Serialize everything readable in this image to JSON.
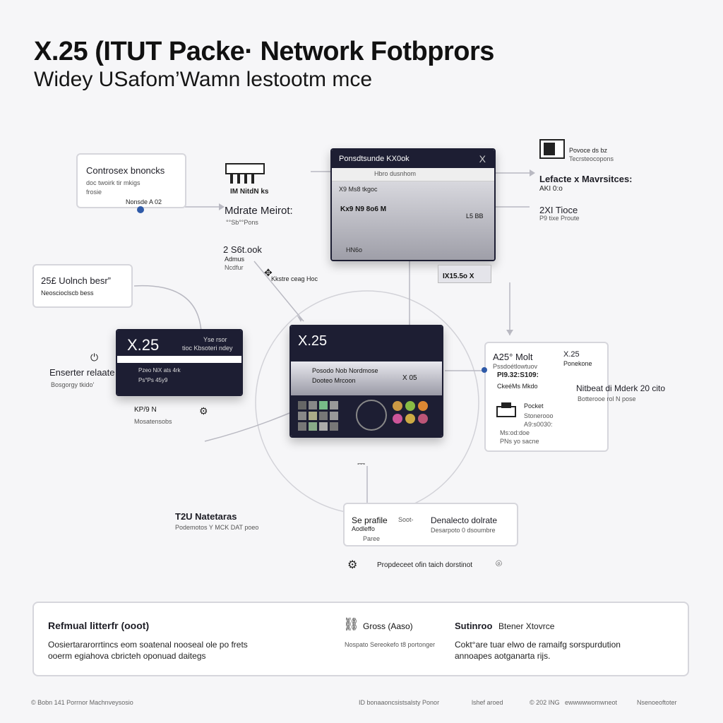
{
  "title": "X.25 (ITUT Packe· Network Fotbprors",
  "subtitle": "Widey USafom’Wamn lestootm mce",
  "nodes": {
    "top_left_card": {
      "title": "Controsex bnoncks",
      "line1": "doc twoirk tir mkigs",
      "line2": "frosie",
      "tag": "Nonsde A 02"
    },
    "mid_card": {
      "line1": "IM NitdN ks",
      "line2": "Mdrate Meirot:",
      "line3": "°°Sb°°Pons"
    },
    "top_window": {
      "title": "Ponsdtsunde KX0ok",
      "addr": "Hbro dusnhom",
      "row1": "X9 Ms8 tkgoc",
      "row2": "Kx9 N9 8o6 M",
      "row3": "HN6o",
      "right": "L5 BB",
      "close": "X"
    },
    "right_top": {
      "label": "Povoce ds bz",
      "line": "Tecrsteocopons",
      "title": "Lefacte x Mavrsitces:",
      "sub": "AKI 0:o",
      "big": "2XI Tioce",
      "sub2": "P9 tixe Proute"
    },
    "left_card": {
      "title": "25£ Uolnch besr”",
      "line": "Neoscioclscb bess"
    },
    "left_window": {
      "title": "X.25",
      "side": "Yse rsor",
      "side2": "tioc Kbsoteri ndey",
      "row1": "Pzeo NiX ats 4rk",
      "row2": "Ps°Ps 45y9"
    },
    "left_labels": {
      "title": "Enserter relaate",
      "sub": "Bosgorgy tkido’",
      "kp": "KP/9 N",
      "kp_sub": "Mosatensobs"
    },
    "mid_label": {
      "title": "2 S6t.ook",
      "sub": "Admus",
      "sub2": "Ncdfur",
      "tag": "Kkstre ceag Hoc"
    },
    "center_window": {
      "title": "X.25",
      "row1": "Posodo Nob Nordmose",
      "row2": "Dooteo Mrcoon",
      "badge": "X 05"
    },
    "center_tag": {
      "label": "IX15.5o X"
    },
    "right_card": {
      "title": "A25° Molt",
      "l1": "Pssdoétlowtuov",
      "l2": "PI9.32:S109:",
      "l3": "CkeéMs Mkdo",
      "r_title": "X.25",
      "r_sub": "Ponekone"
    },
    "right_extra": {
      "t1": "Pocket",
      "t2": "Stonerooo",
      "t3": "A9:s0030:",
      "t4": "Ms:od:doe",
      "t5": "PNs yo sacne"
    },
    "far_right": {
      "title": "Nitbeat di Mderk 20 cito",
      "sub": "Botterooe rol N pose"
    },
    "lower_left": {
      "title": "T2U Natetaras",
      "sub": "Podemotos Y MCK DAT poeo"
    },
    "bottom_card": {
      "l1": "Se prafile",
      "l1b": "Soot-",
      "l2": "Aodleffo",
      "l3": "Paree",
      "r1": "Denalecto dolrate",
      "r2": "Desarpoto 0 dsoumbre"
    },
    "bottom_caption": {
      "text": "Propdeceet ofin taich dorstinot"
    },
    "bottom_panel": {
      "c1_title": "Refmual litterfr (ooot)",
      "c1_l1": "Oosiertararorrtincs eom soatenal nooseal ole po frets",
      "c1_l2": "ooerm egiahova cbricteh oponuad daitegs",
      "c2_title": "Gross (Aaso)",
      "c2_sub": "Nospato Sereokefo t8 portonger",
      "c3_title": "Sutinroo",
      "c3_title2": "Btener Xtovrce",
      "c3_l1": "Cokt°are tuar elwo de ramaifg sorspurdution",
      "c3_l2": "annoapes aotganarta rijs."
    },
    "footer": {
      "f1": "© Bobn 141 Porrnor Machnveysosio",
      "f2": "ID bonaaoncsistsalsty Ponor",
      "f3": "lshef aroed",
      "f4": "© 202 ING",
      "f5": "ewwwwwomwneot",
      "f6": "Nsenoeoftoter"
    }
  },
  "colors": {
    "dark": "#1d1e33",
    "accent": "#2f5aa8",
    "line": "#b9b9c2"
  }
}
